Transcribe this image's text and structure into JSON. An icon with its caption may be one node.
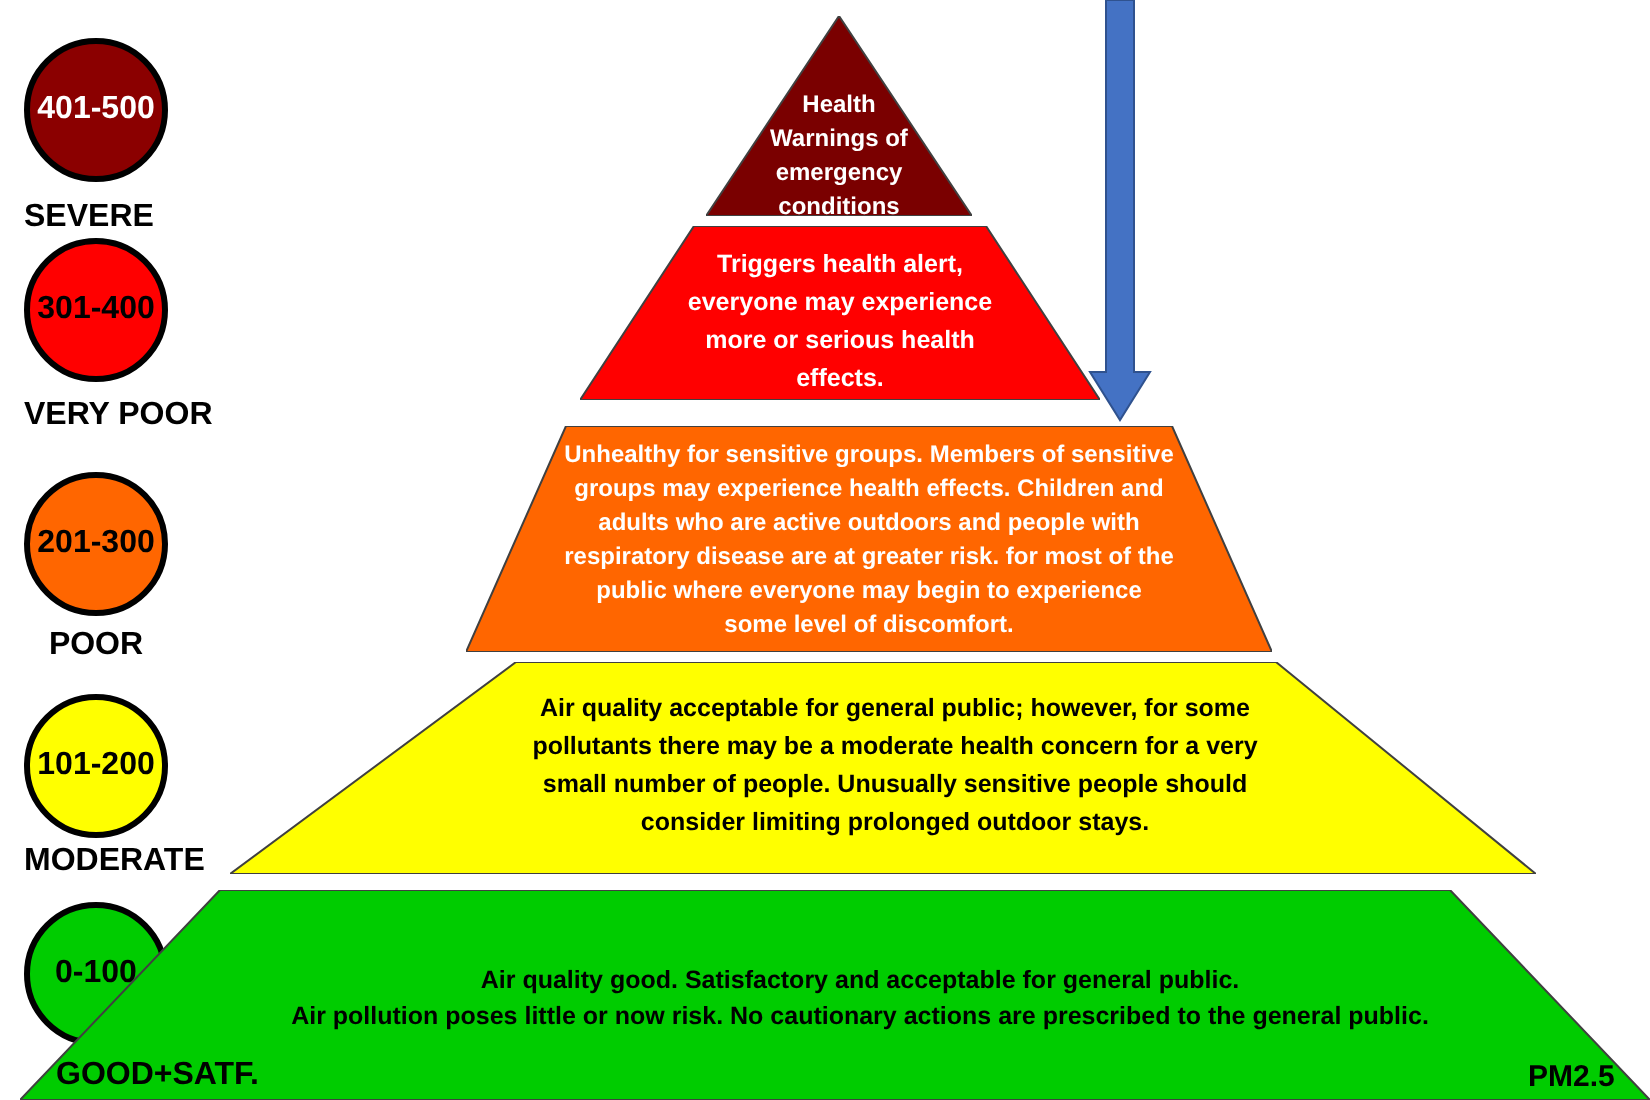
{
  "diagram": {
    "nodes": [
      {
        "text": [
          "401-500"
        ],
        "beside": [
          "SEVERE"
        ]
      },
      {
        "text": [
          "Health Warnings of emergency conditions"
        ]
      },
      {
        "text": [
          "301-400"
        ],
        "beside": [
          "VERY POOR"
        ]
      },
      {
        "text": [
          "Triggers health alert, everyone may experience more or serious health effects."
        ]
      },
      {
        "text": [
          "201-300"
        ],
        "beside": [
          "POOR"
        ]
      },
      {
        "text": [
          "Unhealthy for sensitive groups. Members of sensitive groups may experience health effects. Children and adults who are active outdoors and people with respiratory disease are at greater risk. for most of the public where everyone may begin to experience some level of discomfort."
        ]
      },
      {
        "text": [
          "101-200"
        ],
        "beside": [
          "MODERATE"
        ]
      },
      {
        "text": [
          "Air quality acceptable for general public; however, for some pollutants there may be a moderate health concern for a very small number of people. Unusually sensitive people should consider limiting prolonged outdoor stays."
        ]
      },
      {
        "text": [
          "0-100"
        ],
        "beside": [
          "GOOD+SATF."
        ]
      },
      {
        "text": [
          "Air quality good. Satisfactory and acceptable for general public.",
          "Air pollution poses little or now risk. No cautionary actions are prescribed to the general public."
        ]
      }
    ],
    "labels": [
      "PM2.5"
    ]
  }
}
